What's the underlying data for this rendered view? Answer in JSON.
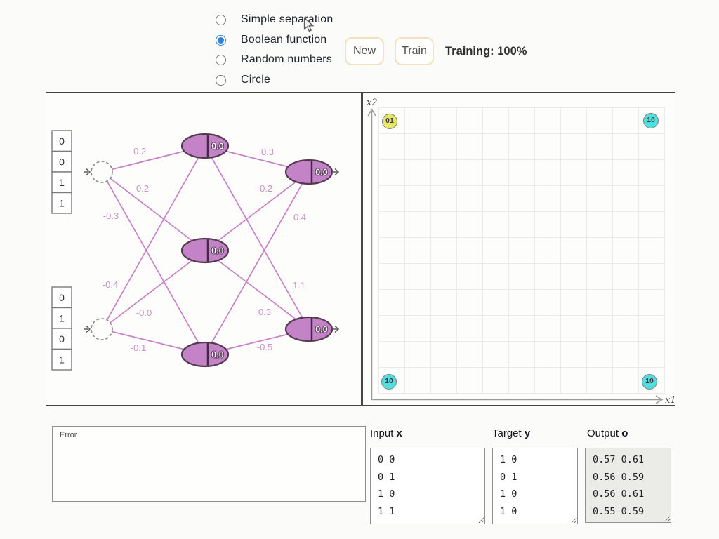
{
  "controls": {
    "radios": [
      {
        "label": "Simple separation"
      },
      {
        "label": "Boolean function",
        "checked": "checked"
      },
      {
        "label": "Random numbers"
      },
      {
        "label": "Circle"
      }
    ],
    "new_label": "New",
    "train_label": "Train",
    "training_status": "Training: 100%"
  },
  "network": {
    "input_column_top": [
      "0",
      "0",
      "1",
      "1"
    ],
    "input_column_bottom": [
      "0",
      "1",
      "0",
      "1"
    ],
    "hidden_values": [
      "0.0",
      "0.0",
      "0.0"
    ],
    "output_values": [
      "0.0",
      "0.0"
    ],
    "input_hidden_weights": [
      "-0.2",
      "0.2",
      "-0.3",
      "-0.4",
      "-0.0",
      "-0.1"
    ],
    "hidden_output_weights": [
      "0.3",
      "-0.2",
      "0.4",
      "1.1",
      "0.3",
      "-0.5"
    ],
    "colors": {
      "neuron_fill": "#c583c7",
      "neuron_border": "#543a50",
      "edge": "#c87fc8",
      "weight_text": "#c990c8"
    }
  },
  "plot": {
    "x_axis_label": "x1",
    "y_axis_label": "x2",
    "points": [
      {
        "label": "01",
        "fill": "#e7e766",
        "position": "top-left"
      },
      {
        "label": "10",
        "fill": "#53dede",
        "position": "top-right"
      },
      {
        "label": "10",
        "fill": "#53dede",
        "position": "bottom-left"
      },
      {
        "label": "10",
        "fill": "#53dede",
        "position": "bottom-right"
      }
    ]
  },
  "error_panel": {
    "title": "Error"
  },
  "io": {
    "input_label": "Input ",
    "input_var": "x",
    "input_values": "0 0\n0 1\n1 0\n1 1",
    "target_label": "Target ",
    "target_var": "y",
    "target_values": "1 0\n0 1\n1 0\n1 0",
    "output_label": "Output ",
    "output_var": "o",
    "output_values": "0.57 0.61\n0.56 0.59\n0.56 0.61\n0.55 0.59"
  }
}
